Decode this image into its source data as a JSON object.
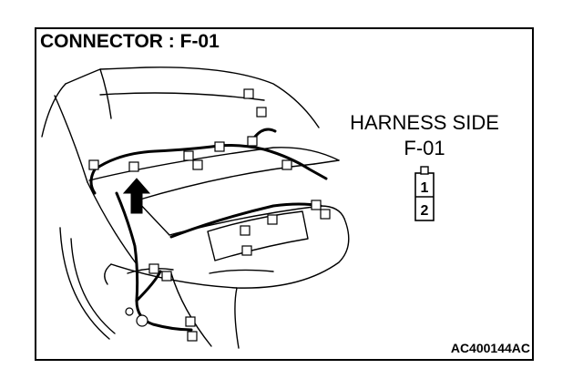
{
  "diagram": {
    "title": "CONNECTOR : F-01",
    "harness_label": "HARNESS SIDE",
    "connector_id": "F-01",
    "pins": [
      "1",
      "2"
    ],
    "figure_code": "AC400144AC"
  }
}
